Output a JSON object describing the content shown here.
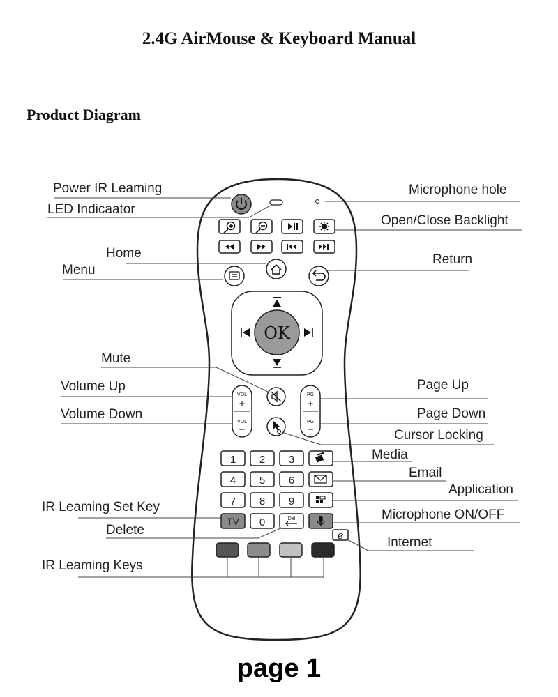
{
  "document": {
    "title": "2.4G AirMouse & Keyboard Manual",
    "subtitle": "Product Diagram",
    "page_label": "page 1"
  },
  "labels": {
    "power_ir_learning": "Power IR Leaming",
    "led_indicator": "LED Indicaator",
    "home": "Home",
    "menu": "Menu",
    "mute": "Mute",
    "volume_up": "Volume Up",
    "volume_down": "Volume Down",
    "ir_learning_set_key": "IR Leaming Set Key",
    "delete": "Delete",
    "ir_learning_keys": "IR Leaming Keys",
    "microphone_hole": "Microphone hole",
    "open_close_backlight": "Open/Close Backlight",
    "return": "Return",
    "page_up": "Page Up",
    "page_down": "Page Down",
    "cursor_locking": "Cursor Locking",
    "media": "Media",
    "email": "Email",
    "application": "Application",
    "microphone_on_off": "Microphone ON/OFF",
    "internet": "Internet"
  },
  "buttons": {
    "ok": "OK",
    "vol": "VOL",
    "pg": "PG",
    "plus": "+",
    "minus": "−",
    "tv": "TV",
    "del": "Del",
    "digits": [
      "1",
      "2",
      "3",
      "4",
      "5",
      "6",
      "7",
      "8",
      "9",
      "0"
    ],
    "internet_glyph": "e"
  },
  "colors": {
    "outline": "#222222",
    "ok_fill": "#9a9a9a",
    "dark_key": "#8a8a8a",
    "ir_keys": [
      "#555555",
      "#8c8c8c",
      "#c2c2c2",
      "#2a2a2a"
    ]
  }
}
